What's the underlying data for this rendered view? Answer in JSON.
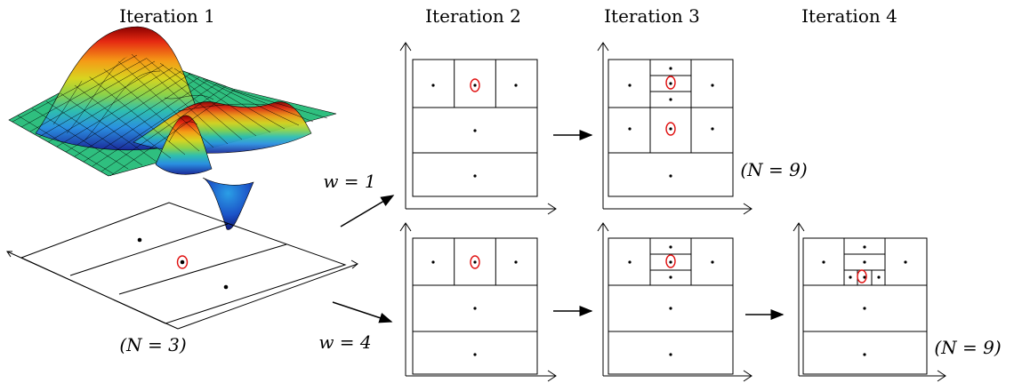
{
  "headers": {
    "iter1": "Iteration 1",
    "iter2": "Iteration 2",
    "iter3": "Iteration 3",
    "iter4": "Iteration 4"
  },
  "weights": {
    "top": "w = 1",
    "bottom": "w = 4"
  },
  "counts": {
    "iter1": "(N = 3)",
    "top_row": "(N = 9)",
    "bottom_row": "(N = 9)"
  },
  "colors": {
    "selected_ring": "#e01010",
    "surface_colormap": "jet",
    "surface_flat": "#2fbf7f",
    "mesh_line": "#000000"
  }
}
